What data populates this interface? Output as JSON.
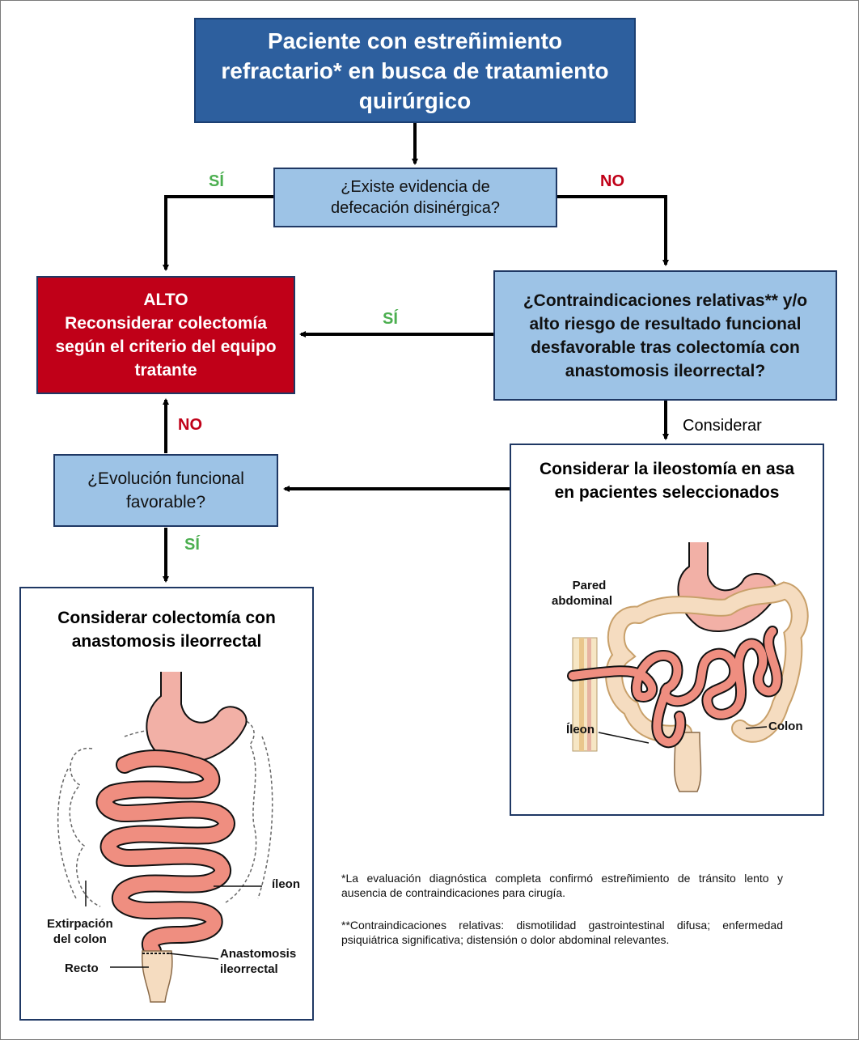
{
  "top_box": "Paciente con estreñimiento refractario* en busca de tratamiento quirúrgico",
  "q1": "¿Existe evidencia de defecación disinérgica?",
  "q1_yes": "SÍ",
  "q1_no": "NO",
  "stop_box": {
    "title": "ALTO",
    "text": "Reconsiderar colectomía según el criterio del equipo tratante"
  },
  "q2": "¿Contraindicaciones relativas** y/o alto riesgo de resultado funcional desfavorable tras colectomía con anastomosis ileorrectal?",
  "q2_yes": "SÍ",
  "q2_consider": "Considerar",
  "ileostomy_box": {
    "title": "Considerar la ileostomía en asa en pacientes seleccionados",
    "label_wall_1": "Pared",
    "label_wall_2": "abdominal",
    "label_ileum": "Íleon",
    "label_colon": "Colon"
  },
  "q3": "¿Evolución funcional favorable?",
  "q3_no": "NO",
  "q3_yes": "SÍ",
  "colectomy_box": {
    "title": "Considerar colectomía con anastomosis ileorrectal",
    "label_ileum": "íleon",
    "label_removal_1": "Extirpación",
    "label_removal_2": "del colon",
    "label_rectum": "Recto",
    "label_anast_1": "Anastomosis",
    "label_anast_2": "ileorrectal"
  },
  "footnote_1": "*La evaluación diagnóstica completa confirmó estreñimiento de tránsito lento y ausencia de contraindicaciones para cirugía.",
  "footnote_2": "**Contraindicaciones relativas: dismotilidad gastrointestinal difusa; enfermedad psiquiátrica significativa; distensión o dolor abdominal relevantes.",
  "colors": {
    "dark_blue": "#2d5f9e",
    "light_blue": "#9dc3e6",
    "stop_red": "#c00018",
    "yes_green": "#4caf50",
    "no_red": "#c00018",
    "intestine_pink": "#f0a090"
  }
}
